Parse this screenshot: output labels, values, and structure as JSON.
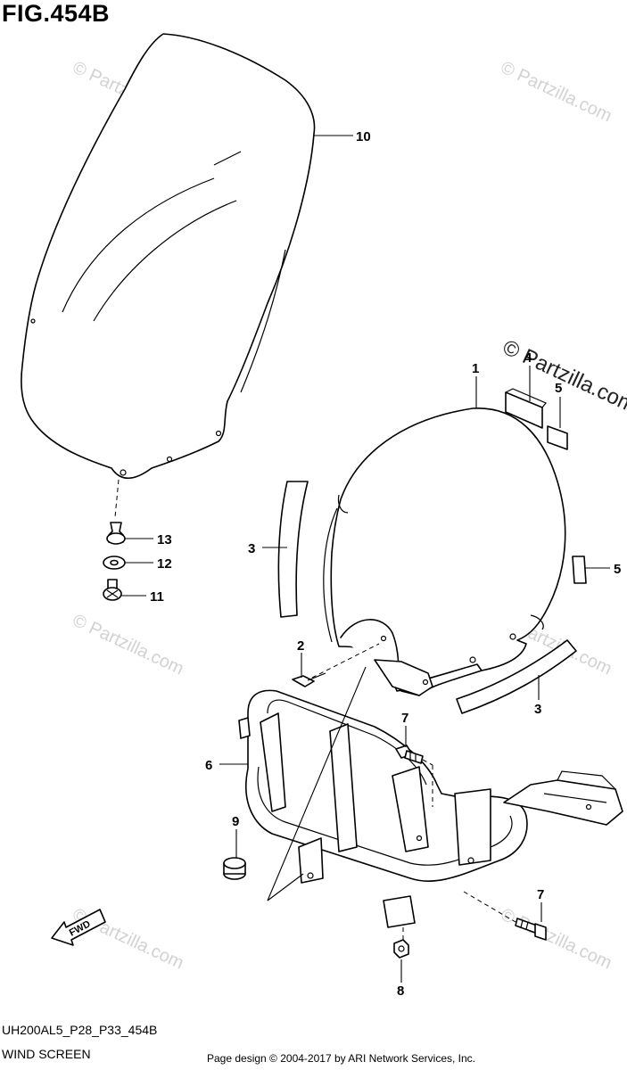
{
  "figure": {
    "title": "FIG.454B",
    "code": "UH200AL5_P28_P33_454B",
    "name": "WIND SCREEN",
    "credit": "Page design © 2004-2017 by ARI Network Services, Inc."
  },
  "watermark": {
    "text": "© Partzilla.com"
  },
  "fwd_label": "FWD",
  "callouts": [
    {
      "id": "c10",
      "label": "10"
    },
    {
      "id": "c1",
      "label": "1"
    },
    {
      "id": "c4",
      "label": "4"
    },
    {
      "id": "c5a",
      "label": "5"
    },
    {
      "id": "c3a",
      "label": "3"
    },
    {
      "id": "c5b",
      "label": "5"
    },
    {
      "id": "c13",
      "label": "13"
    },
    {
      "id": "c12",
      "label": "12"
    },
    {
      "id": "c11",
      "label": "11"
    },
    {
      "id": "c2",
      "label": "2"
    },
    {
      "id": "c3b",
      "label": "3"
    },
    {
      "id": "c7a",
      "label": "7"
    },
    {
      "id": "c6",
      "label": "6"
    },
    {
      "id": "c9",
      "label": "9"
    },
    {
      "id": "c7b",
      "label": "7"
    },
    {
      "id": "c8",
      "label": "8"
    }
  ]
}
